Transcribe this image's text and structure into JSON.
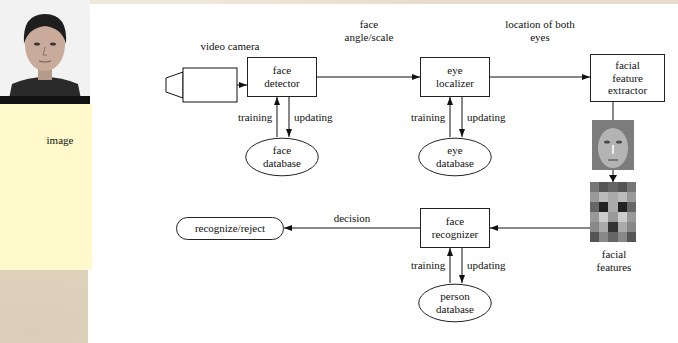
{
  "diagram": {
    "nodes": [
      {
        "text": [
          "face detector"
        ]
      },
      {
        "text": [
          "face database"
        ]
      },
      {
        "text": [
          "eye localizer"
        ]
      },
      {
        "text": [
          "eye database"
        ]
      },
      {
        "text": [
          "facial feature extractor"
        ]
      },
      {
        "text": [
          "face recognizer"
        ]
      },
      {
        "text": [
          "person database"
        ]
      },
      {
        "text": [
          "recognize/reject"
        ]
      }
    ],
    "edges": [
      {
        "from": 0,
        "to": 2,
        "label": "face angle/scale",
        "arrow": "to"
      },
      {
        "from": 2,
        "to": 4,
        "label": "location of both eyes",
        "arrow": "to"
      },
      {
        "from": 1,
        "to": 0,
        "label": "training",
        "arrow": "to"
      },
      {
        "from": 0,
        "to": 1,
        "label": "updating",
        "arrow": "to"
      },
      {
        "from": 3,
        "to": 2,
        "label": "training",
        "arrow": "to"
      },
      {
        "from": 2,
        "to": 3,
        "label": "updating",
        "arrow": "to"
      },
      {
        "from": 4,
        "to": 5,
        "arrow": "to"
      },
      {
        "from": 5,
        "to": 7,
        "label": "decision",
        "arrow": "to"
      },
      {
        "from": 6,
        "to": 5,
        "label": "training",
        "arrow": "to"
      },
      {
        "from": 5,
        "to": 6,
        "label": "updating",
        "arrow": "to"
      }
    ],
    "labels": [
      "image",
      "video camera",
      "facial features"
    ]
  }
}
